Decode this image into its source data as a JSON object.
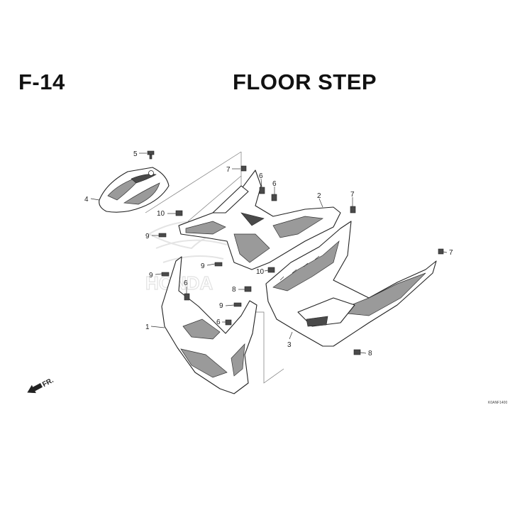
{
  "header": {
    "code": "F-14",
    "title": "FLOOR STEP"
  },
  "callouts": {
    "c1": "1",
    "c2": "2",
    "c3": "3",
    "c4": "4",
    "c5": "5",
    "c6a": "6",
    "c6b": "6",
    "c6c": "6",
    "c6d": "6",
    "c7a": "7",
    "c7b": "7",
    "c7c": "7",
    "c8a": "8",
    "c8b": "8",
    "c9a": "9",
    "c9b": "9",
    "c9c": "9",
    "c9d": "9",
    "c10a": "10",
    "c10b": "10"
  },
  "direction": {
    "label": "FR."
  },
  "watermark": {
    "text": "HONDA"
  },
  "reference_code": "K0ANF1400"
}
